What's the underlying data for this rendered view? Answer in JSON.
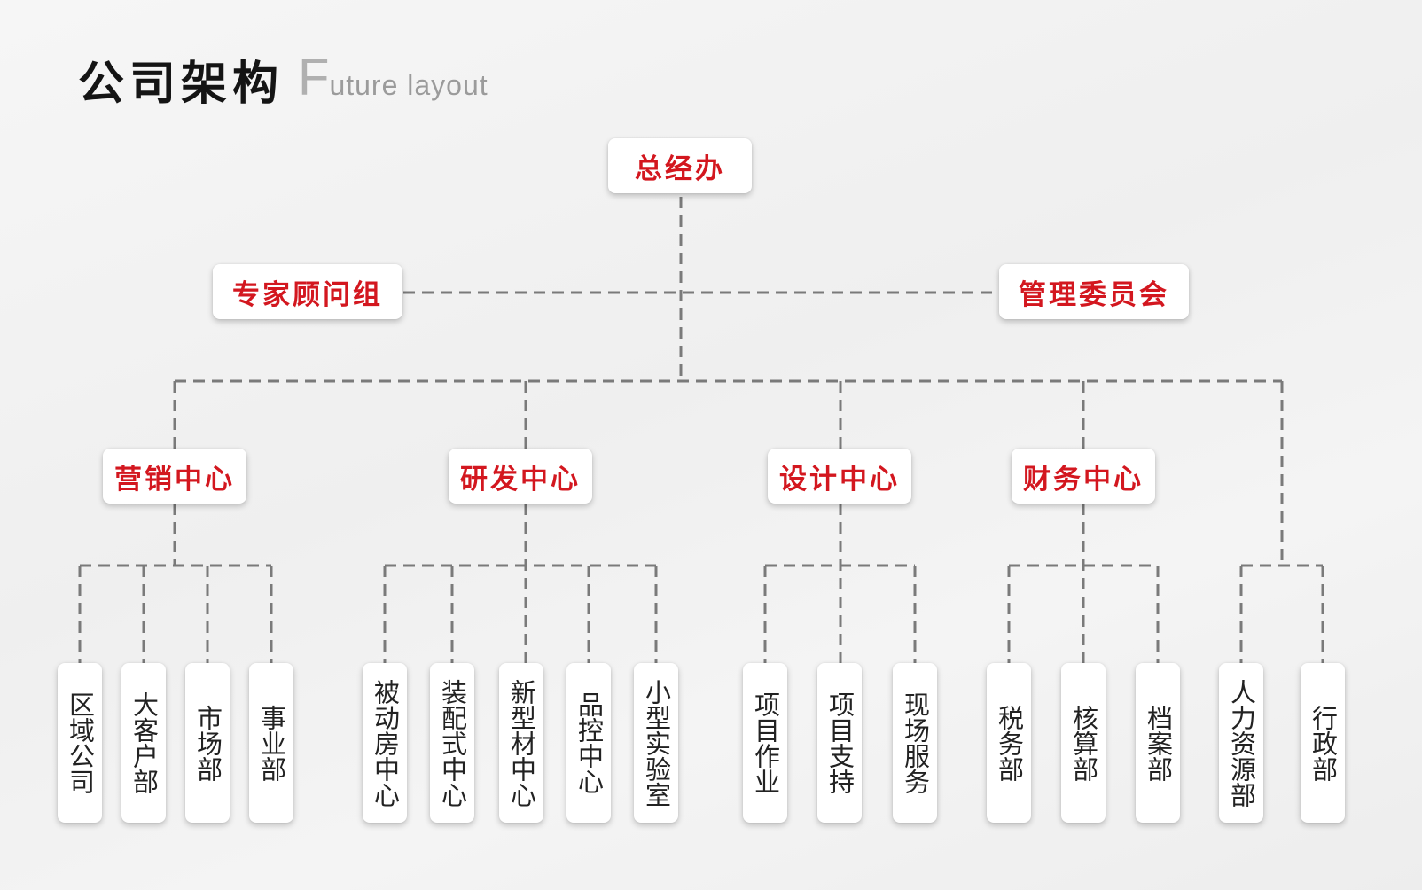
{
  "header": {
    "title": "公司架构",
    "subtitle_first_letter": "F",
    "subtitle_rest": "uture layout"
  },
  "org": {
    "root": "总经办",
    "advisory": "专家顾问组",
    "committee": "管理委员会",
    "centers": [
      {
        "name": "营销中心",
        "departments": [
          "区域公司",
          "大客户部",
          "市场部",
          "事业部"
        ]
      },
      {
        "name": "研发中心",
        "departments": [
          "被动房中心",
          "装配式中心",
          "新型材中心",
          "品控中心",
          "小型实验室"
        ]
      },
      {
        "name": "设计中心",
        "departments": [
          "项目作业",
          "项目支持",
          "现场服务"
        ]
      },
      {
        "name": "财务中心",
        "departments": [
          "税务部",
          "核算部",
          "档案部"
        ]
      }
    ],
    "direct_departments": [
      "人力资源部",
      "行政部"
    ]
  },
  "colors": {
    "accent": "#d3171f",
    "connector": "#7a7a7a",
    "title": "#141414",
    "subtitle": "#9b9b9b"
  }
}
